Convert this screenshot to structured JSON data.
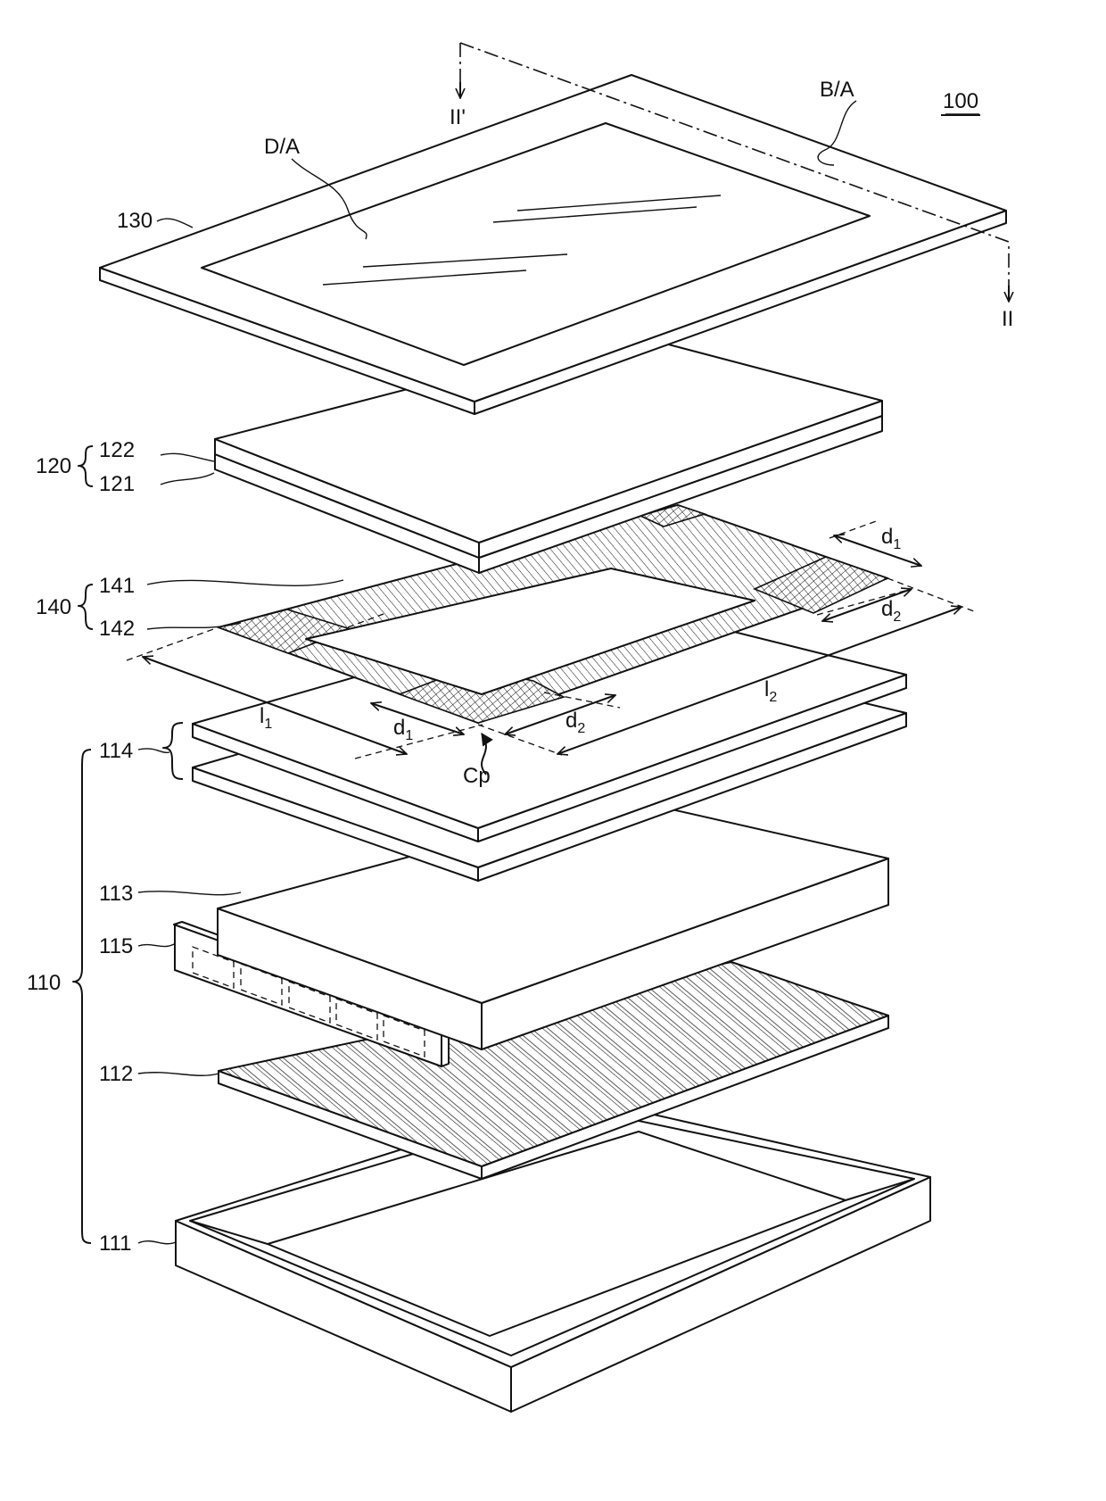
{
  "figure": {
    "ref_number": "100",
    "section_mark_top": "II'",
    "section_mark_bottom": "II",
    "area_labels": {
      "display_area": "D/A",
      "border_area": "B/A"
    },
    "assembly_labels": {
      "group_120": "120",
      "group_140": "140",
      "group_110": "110"
    },
    "part_labels": {
      "p130": "130",
      "p122": "122",
      "p121": "121",
      "p141": "141",
      "p142": "142",
      "p114": "114",
      "p113": "113",
      "p115": "115",
      "p112": "112",
      "p111": "111"
    },
    "dimension_labels": {
      "d1_base": "d",
      "d1_sub": "1",
      "d2_base": "d",
      "d2_sub": "2",
      "l1_base": "l",
      "l1_sub": "1",
      "l2_base": "l",
      "l2_sub": "2",
      "corner_point": "Cp"
    }
  }
}
